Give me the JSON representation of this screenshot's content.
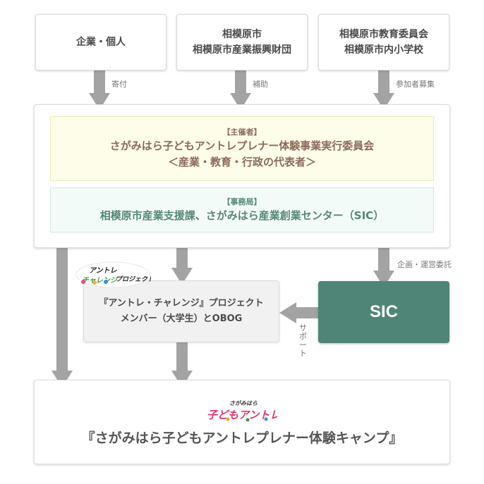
{
  "sources": {
    "corporate": {
      "label": "企業・個人"
    },
    "city": {
      "line1": "相模原市",
      "line2": "相模原市産業振興財団"
    },
    "education": {
      "line1": "相模原市教育委員会",
      "line2": "相模原市内小学校"
    }
  },
  "edges": {
    "donation": "寄付",
    "subsidy": "補助",
    "recruit": "参加者募集",
    "commission": "企画・運営委託",
    "support": "サポート"
  },
  "organizer": {
    "tag": "【主催者】",
    "line1": "さがみはら子どもアントレプレナー体験事業実行委員会",
    "line2": "＜産業・教育・行政の代表者＞"
  },
  "secretariat": {
    "tag": "【事務局】",
    "line1": "相模原市産業支援課、さがみはら産業創業センター（SIC）"
  },
  "sic": {
    "label": "SIC"
  },
  "members": {
    "line1": "『アントレ・チャレンジ』プロジェクト",
    "line2": "メンバー（大学生）とOBOG",
    "logo_top": "アントレ",
    "logo_bottom": "チャレンジ",
    "logo_right": "プロジェクト"
  },
  "camp": {
    "title": "『さがみはら子どもアントレプレナー体験キャンプ』",
    "logo_small": "さがみはら",
    "logo_main": "子どもアントレ"
  },
  "colors": {
    "arrow": "#a3a3a3",
    "sic_bg": "#4f8576",
    "organizer_bg": "#fdfde9",
    "secretariat_bg": "#f3fbf9"
  }
}
